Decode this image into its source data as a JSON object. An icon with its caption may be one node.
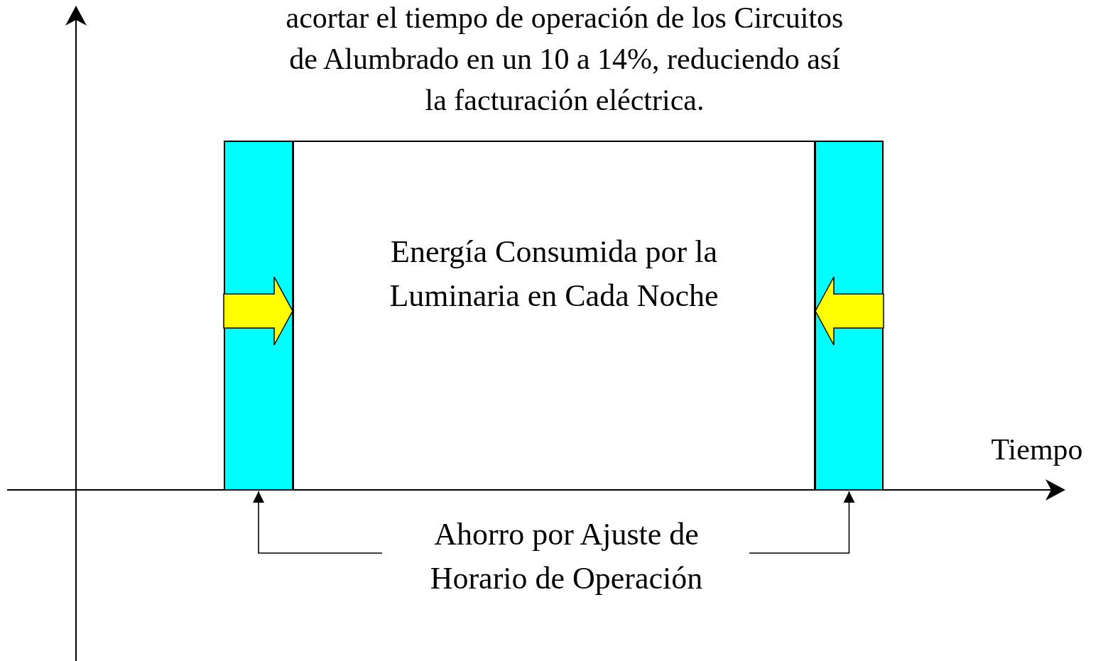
{
  "diagram": {
    "nodes": [
      {
        "text": [],
        "shape": "bar"
      },
      {
        "text": [
          "Energía Consumida por la Luminaria en Cada Noche"
        ]
      },
      {
        "text": [],
        "shape": "bar"
      },
      {
        "text": [
          "Ahorro por Ajuste de Horario de Operación"
        ]
      }
    ],
    "edges": [
      {
        "from": 3,
        "to": 0,
        "arrow": "to"
      },
      {
        "from": 3,
        "to": 2,
        "arrow": "to"
      },
      {
        "from": 0,
        "to": 1,
        "arrow": "to",
        "style": "thick",
        "color": "#ffff00"
      },
      {
        "from": 2,
        "to": 1,
        "arrow": "to",
        "style": "thick",
        "color": "#ffff00"
      }
    ],
    "labels": [
      "acortar el tiempo de operación de los Circuitos de Alumbrado en un 10 a 14%, reduciendo así la facturación eléctrica.",
      "Tiempo"
    ]
  }
}
